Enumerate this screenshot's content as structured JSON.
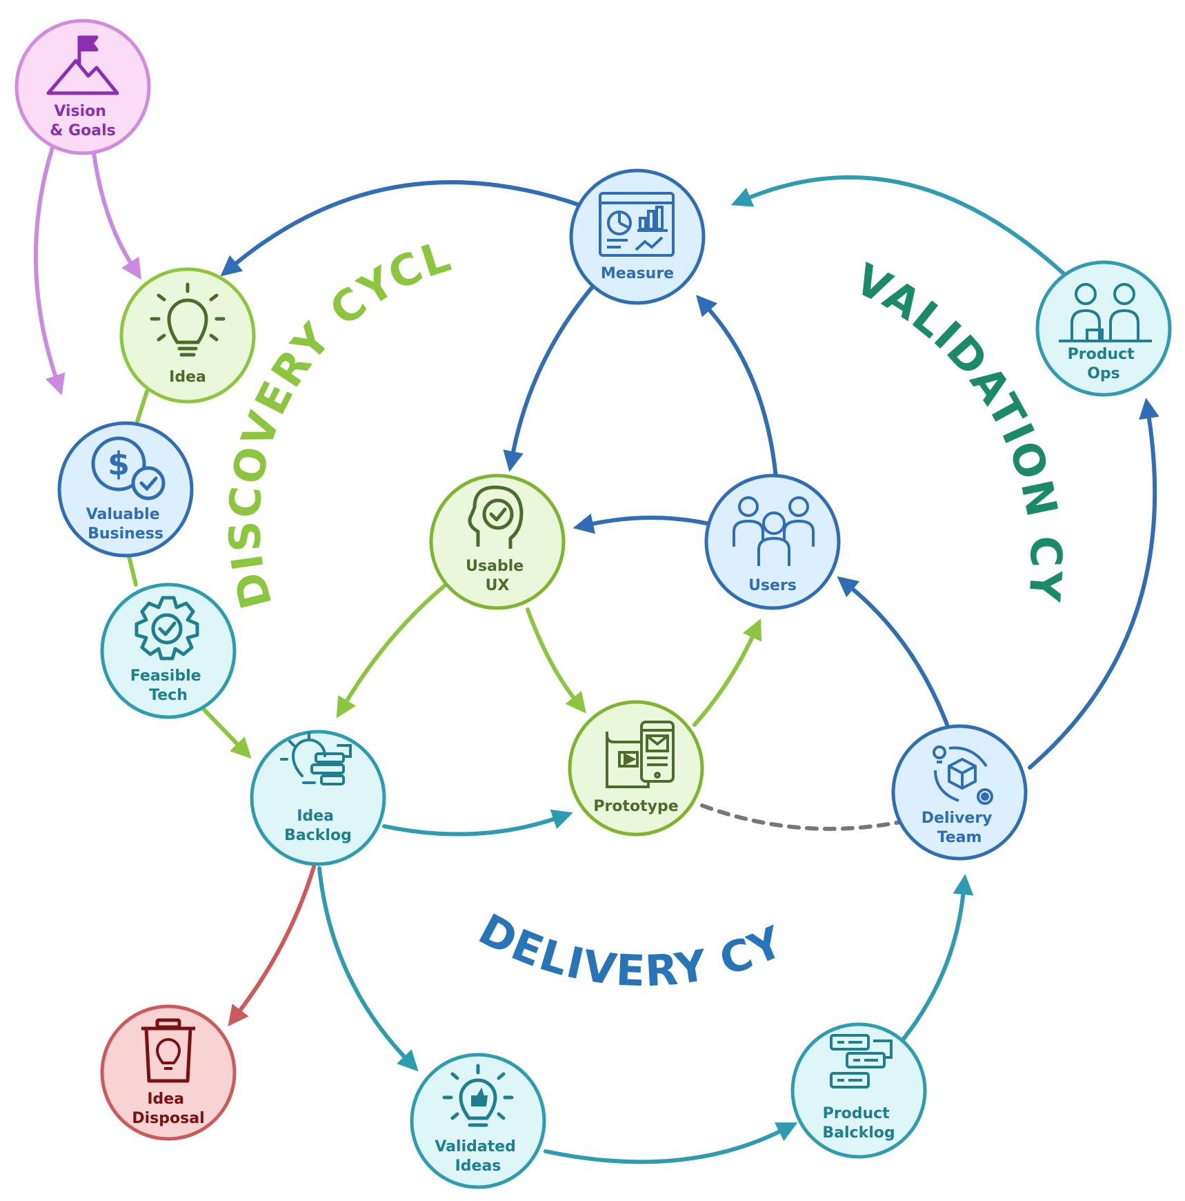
{
  "nodes": {
    "vision_goals": {
      "label_lines": [
        "Vision",
        "& Goals"
      ],
      "icon": "mountain-flag-icon",
      "fill": "#fbdcf7",
      "stroke": "#d08ae0",
      "text_color": "#8a2fb0"
    },
    "idea": {
      "label_lines": [
        "Idea"
      ],
      "icon": "lightbulb-icon",
      "fill": "#eaf7da",
      "stroke": "#8cc63f",
      "text_color": "#4d6b2a"
    },
    "valuable_business": {
      "label_lines": [
        "Valuable",
        "Business"
      ],
      "icon": "dollar-check-icon",
      "fill": "#dcefff",
      "stroke": "#2f6db5",
      "text_color": "#2f6db5"
    },
    "feasible_tech": {
      "label_lines": [
        "Feasible",
        "Tech"
      ],
      "icon": "gear-check-icon",
      "fill": "#dff6f8",
      "stroke": "#2d9bb0",
      "text_color": "#1f7e8f"
    },
    "measure": {
      "label_lines": [
        "Measure"
      ],
      "icon": "dashboard-icon",
      "fill": "#dcefff",
      "stroke": "#2f6db5",
      "text_color": "#2f6db5"
    },
    "usable_ux": {
      "label_lines": [
        "Usable",
        "UX"
      ],
      "icon": "head-check-icon",
      "fill": "#eaf7da",
      "stroke": "#7fb52e",
      "text_color": "#4d6b2a"
    },
    "users": {
      "label_lines": [
        "Users"
      ],
      "icon": "users-group-icon",
      "fill": "#dcefff",
      "stroke": "#2f6db5",
      "text_color": "#2f6db5"
    },
    "product_ops": {
      "label_lines": [
        "Product",
        "Ops"
      ],
      "icon": "team-desk-icon",
      "fill": "#dff6f8",
      "stroke": "#2d9bb0",
      "text_color": "#1f7e8f"
    },
    "idea_backlog": {
      "label_lines": [
        "Idea",
        "Backlog"
      ],
      "icon": "idea-list-icon",
      "fill": "#dff6f8",
      "stroke": "#2d9bb0",
      "text_color": "#1f7e8f"
    },
    "prototype": {
      "label_lines": [
        "Prototype"
      ],
      "icon": "blueprint-phone-icon",
      "fill": "#eaf7da",
      "stroke": "#7fb52e",
      "text_color": "#4d6b2a"
    },
    "delivery_team": {
      "label_lines": [
        "Delivery",
        "Team"
      ],
      "icon": "box-cycle-icon",
      "fill": "#dcefff",
      "stroke": "#2f6db5",
      "text_color": "#2f6db5"
    },
    "idea_disposal": {
      "label_lines": [
        "Idea",
        "Disposal"
      ],
      "icon": "trash-bulb-icon",
      "fill": "#f8d3d3",
      "stroke": "#cc5a5a",
      "text_color": "#7a1111"
    },
    "validated_ideas": {
      "label_lines": [
        "Validated",
        "Ideas"
      ],
      "icon": "bulb-thumb-icon",
      "fill": "#dff6f8",
      "stroke": "#2d9bb0",
      "text_color": "#1f7e8f"
    },
    "product_backlog": {
      "label_lines": [
        "Product",
        "Balcklog"
      ],
      "icon": "stacked-list-icon",
      "fill": "#dff6f8",
      "stroke": "#2d9bb0",
      "text_color": "#1f7e8f"
    }
  },
  "cycles": {
    "discovery": {
      "label": "DISCOVERY CYCLE",
      "color": "#8cc63f"
    },
    "validation": {
      "label": "VALIDATION CYCLE",
      "color": "#1a8a68"
    },
    "delivery": {
      "label": "DELIVERY CYCLE",
      "color": "#2775b8"
    }
  },
  "colors": {
    "purple_arrow": "#c98ae0",
    "green_arrow": "#8cc63f",
    "blue_arrow": "#2f6db5",
    "teal_arrow": "#2d9bb0",
    "red_arrow": "#cc5a5a",
    "dashed_link": "#777777"
  }
}
